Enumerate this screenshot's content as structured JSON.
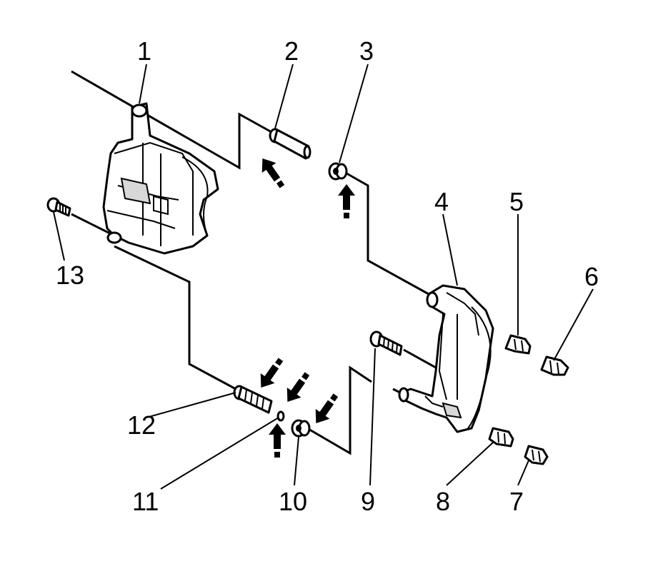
{
  "callouts": {
    "c1": "1",
    "c2": "2",
    "c3": "3",
    "c4": "4",
    "c5": "5",
    "c6": "6",
    "c7": "7",
    "c8": "8",
    "c9": "9",
    "c10": "10",
    "c11": "11",
    "c12": "12",
    "c13": "13"
  },
  "colors": {
    "ink": "#000000",
    "background": "#ffffff",
    "part_shade": "#d8d8d8"
  }
}
